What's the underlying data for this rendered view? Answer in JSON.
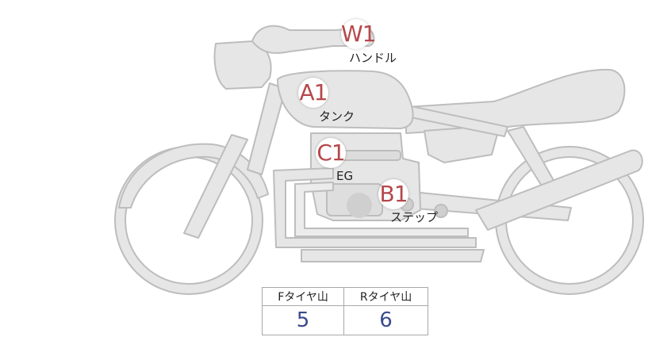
{
  "markers": {
    "w1": {
      "code": "W1",
      "label": "ハンドル"
    },
    "a1": {
      "code": "A1",
      "label": "タンク"
    },
    "c1": {
      "code": "C1",
      "label": "EG"
    },
    "b1": {
      "code": "B1",
      "label": "ステップ"
    }
  },
  "tread_table": {
    "headers": [
      "Fタイヤ山",
      "Rタイヤ山"
    ],
    "values": [
      "5",
      "6"
    ]
  },
  "colors": {
    "marker_text": "#b5484b",
    "table_value": "#3a4a8c",
    "bike_fill": "#e6e6e6",
    "bike_stroke": "#bdbdbd"
  }
}
